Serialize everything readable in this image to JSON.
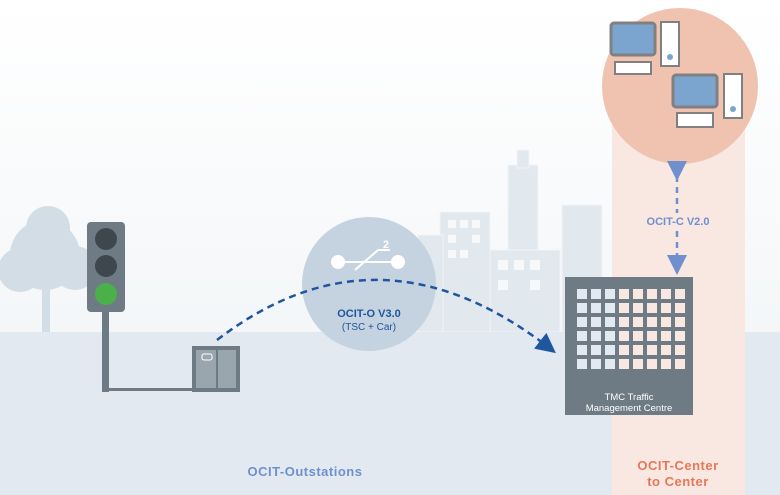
{
  "protocol_o": {
    "title": "OCIT-O V3.0",
    "subtitle": "(TSC + Car)",
    "switch_number": "2"
  },
  "protocol_c": {
    "title": "OCIT-C V2.0"
  },
  "tmc": {
    "line1": "TMC Traffic",
    "line2": "Management Centre"
  },
  "labels": {
    "outstations": "OCIT-Outstations",
    "c2c_line1": "OCIT-Center",
    "c2c_line2": "to Center"
  },
  "colors": {
    "blue_dark": "#1f56a0",
    "blue_light": "#6f8fcf",
    "orange": "#e5785a",
    "band": "#f9e8e1",
    "circle": "#f0c2b0",
    "ground": "#e3e9f0",
    "building": "#6e7b84"
  }
}
